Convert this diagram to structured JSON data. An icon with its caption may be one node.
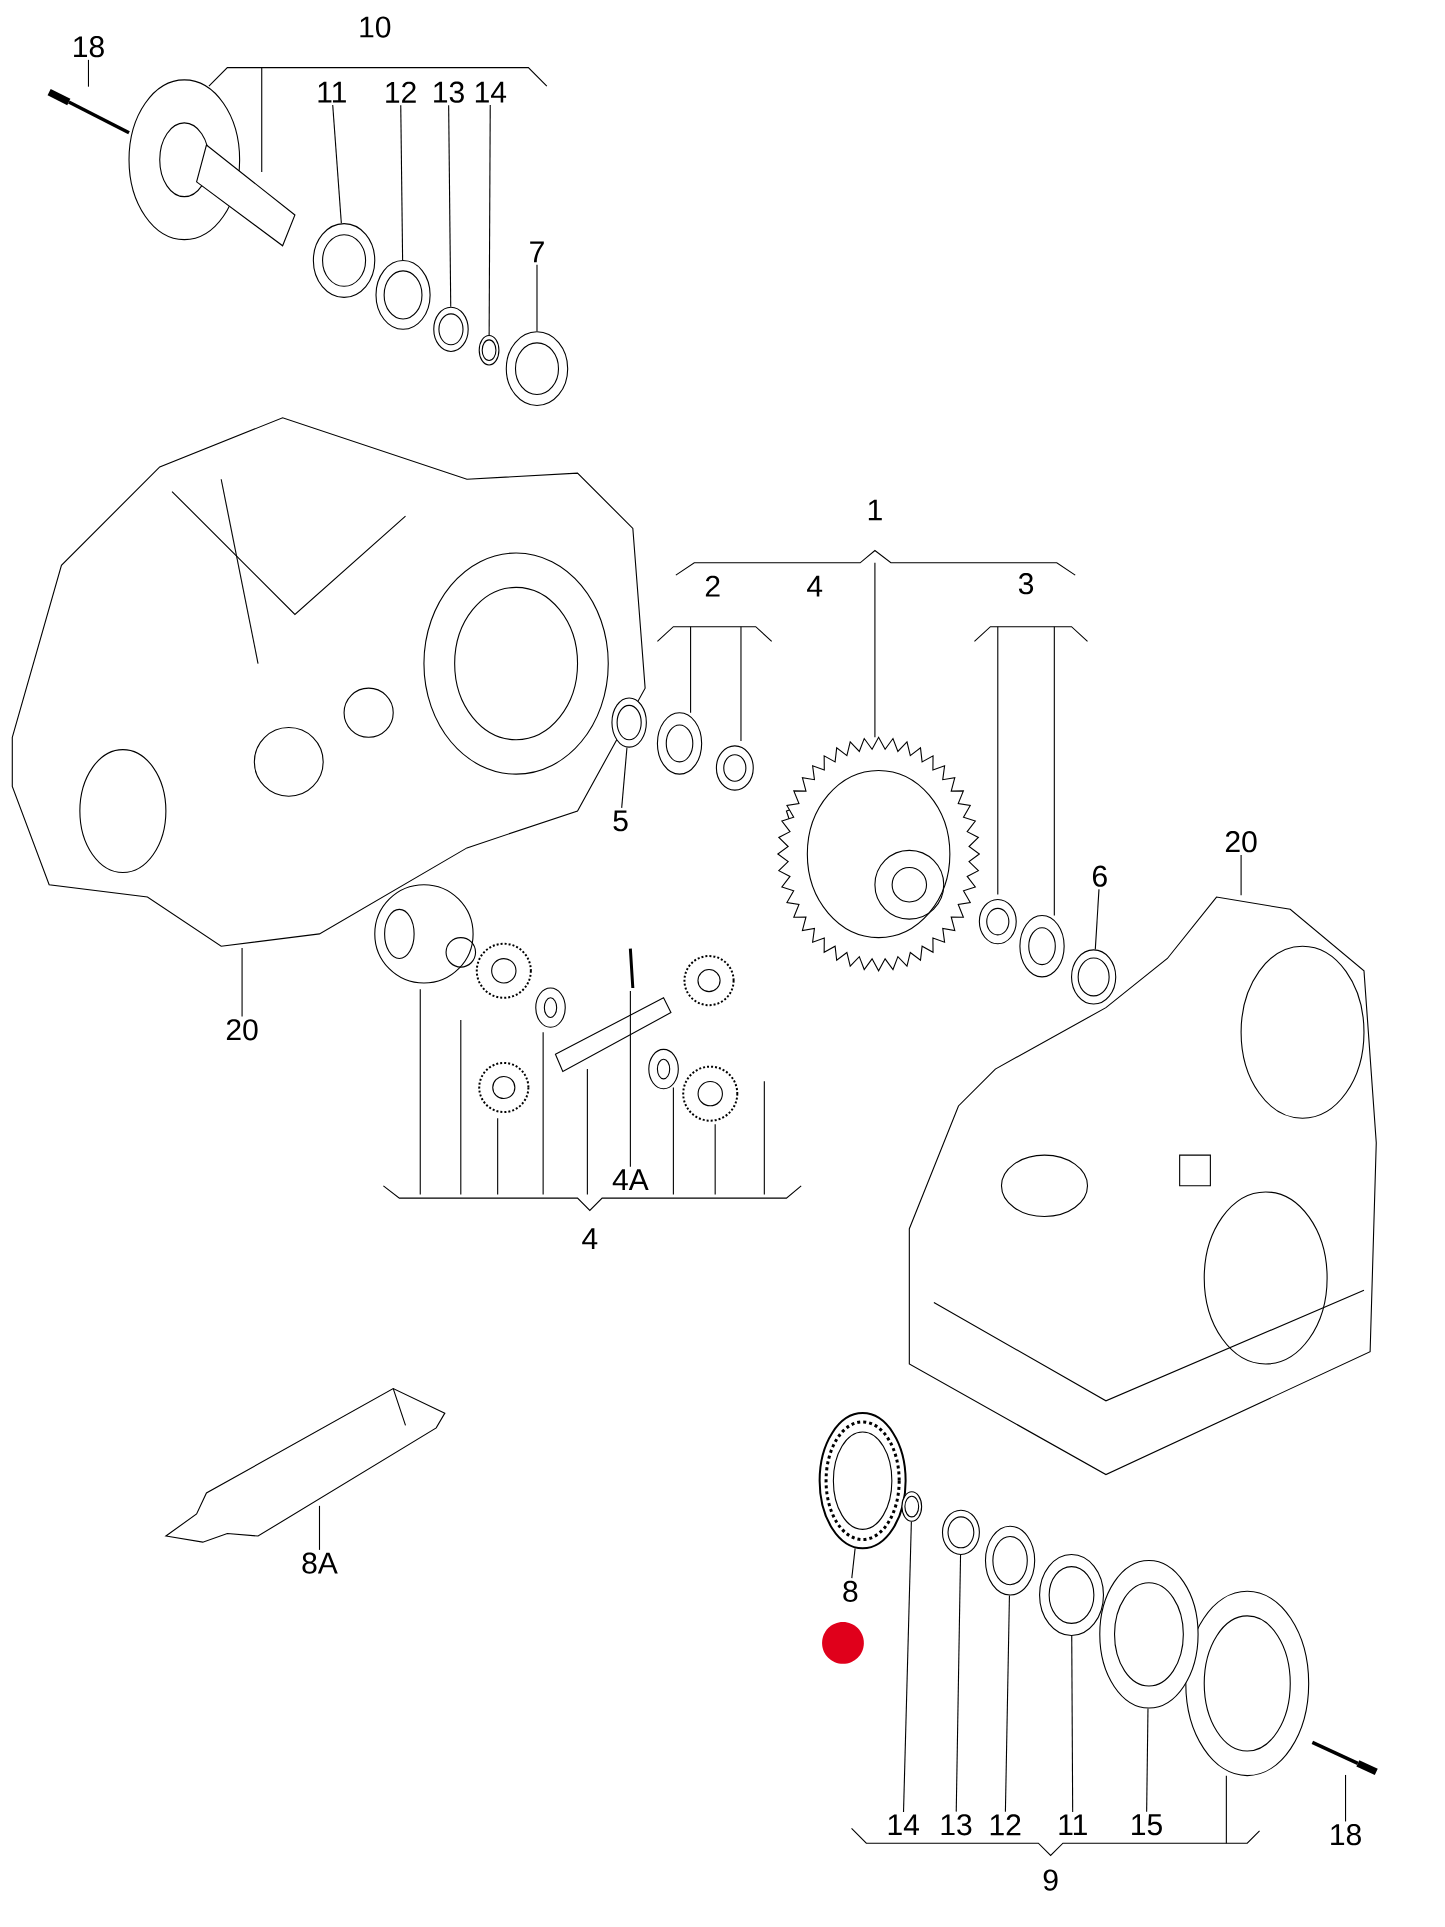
{
  "diagram": {
    "nodes": [
      {
        "text": [
          "18"
        ]
      },
      {
        "text": [
          "11"
        ]
      },
      {
        "text": [
          "12"
        ]
      },
      {
        "text": [
          "13"
        ]
      },
      {
        "text": [
          "14"
        ]
      },
      {
        "text": [
          "7"
        ]
      },
      {
        "text": [
          "5"
        ]
      },
      {
        "text": [
          "20"
        ]
      },
      {
        "text": [
          "6"
        ]
      },
      {
        "text": [
          "20"
        ]
      },
      {
        "text": [
          "4A"
        ]
      },
      {
        "text": [
          "8A"
        ]
      },
      {
        "text": [
          "8"
        ]
      },
      {
        "text": [
          "14"
        ]
      },
      {
        "text": [
          "13"
        ]
      },
      {
        "text": [
          "12"
        ]
      },
      {
        "text": [
          "11"
        ]
      },
      {
        "text": [
          "15"
        ]
      },
      {
        "text": [
          "18"
        ]
      },
      {
        "text": [],
        "shape": "picture"
      },
      {
        "text": [],
        "shape": "picture"
      },
      {
        "text": [],
        "shape": "picture"
      },
      {
        "text": [],
        "shape": "picture"
      },
      {
        "text": [],
        "shape": "picture"
      },
      {
        "text": [],
        "shape": "picture"
      },
      {
        "text": [],
        "shape": "picture"
      },
      {
        "text": [],
        "shape": "picture"
      },
      {
        "text": [],
        "shape": "picture"
      },
      {
        "text": [],
        "shape": "picture"
      },
      {
        "text": [],
        "shape": "picture"
      },
      {
        "text": [],
        "shape": "picture"
      },
      {
        "text": [],
        "shape": "picture"
      },
      {
        "text": [],
        "shape": "picture"
      },
      {
        "text": [],
        "shape": "picture"
      },
      {
        "text": [],
        "shape": "picture"
      },
      {
        "text": [],
        "shape": "picture"
      },
      {
        "text": [],
        "shape": "picture"
      },
      {
        "text": [],
        "shape": "picture"
      }
    ],
    "edges": [
      {
        "from": 0,
        "to": 19,
        "arrow": "none"
      },
      {
        "from": 1,
        "to": 20,
        "arrow": "none"
      },
      {
        "from": 2,
        "to": 21,
        "arrow": "none"
      },
      {
        "from": 3,
        "to": 22,
        "arrow": "none"
      },
      {
        "from": 4,
        "to": 23,
        "arrow": "none"
      },
      {
        "from": 5,
        "to": 24,
        "arrow": "none"
      },
      {
        "from": 6,
        "to": 25,
        "arrow": "none"
      },
      {
        "from": 7,
        "to": 26,
        "arrow": "none"
      },
      {
        "from": 8,
        "to": 27,
        "arrow": "none"
      },
      {
        "from": 9,
        "to": 28,
        "arrow": "none"
      },
      {
        "from": 10,
        "to": 29,
        "arrow": "none"
      },
      {
        "from": 11,
        "to": 30,
        "arrow": "none"
      },
      {
        "from": 12,
        "to": 31,
        "arrow": "none"
      },
      {
        "from": 13,
        "to": 32,
        "arrow": "none"
      },
      {
        "from": 14,
        "to": 33,
        "arrow": "none"
      },
      {
        "from": 15,
        "to": 34,
        "arrow": "none"
      },
      {
        "from": 16,
        "to": 35,
        "arrow": "none"
      },
      {
        "from": 17,
        "to": 36,
        "arrow": "none"
      },
      {
        "from": 18,
        "to": 37,
        "arrow": "none"
      }
    ],
    "labels": [
      "10",
      "1",
      "2",
      "4",
      "3",
      "4",
      "9"
    ]
  }
}
